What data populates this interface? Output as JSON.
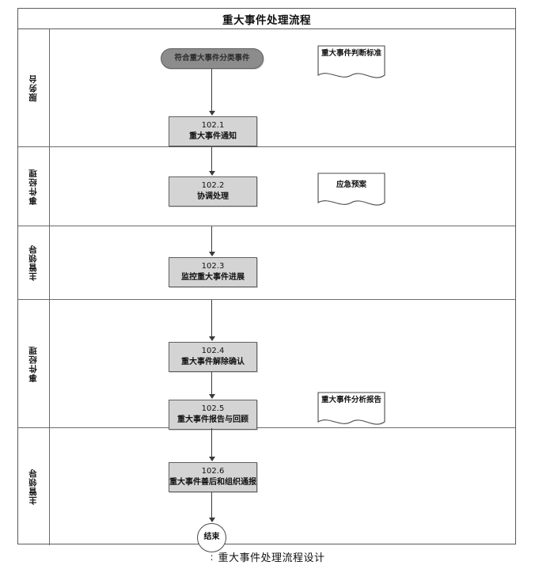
{
  "diagram": {
    "title": "重大事件处理流程",
    "caption_separator": ":",
    "caption": "重大事件处理流程设计",
    "colors": {
      "process_fill": "#d4d4d4",
      "terminator_fill": "#8c8c8c",
      "border": "#5f5f5f",
      "connector": "#3a3a3a",
      "background": "#ffffff"
    }
  },
  "lanes": [
    {
      "label": "服务台"
    },
    {
      "label": "事件经理"
    },
    {
      "label": "主管领导"
    },
    {
      "label": "事件经理"
    },
    {
      "label": "主管领导"
    }
  ],
  "nodes": {
    "start": {
      "label": "符合重大事件分类事件",
      "type": "terminator"
    },
    "n1": {
      "num": "102.1",
      "label": "重大事件通知",
      "type": "process"
    },
    "n2": {
      "num": "102.2",
      "label": "协调处理",
      "type": "process"
    },
    "n3": {
      "num": "102.3",
      "label": "监控重大事件进展",
      "type": "process"
    },
    "n4": {
      "num": "102.4",
      "label": "重大事件解除确认",
      "type": "process"
    },
    "n5": {
      "num": "102.5",
      "label": "重大事件报告与回顾",
      "type": "process"
    },
    "n6": {
      "num": "102.6",
      "label": "重大事件善后和组织通报",
      "type": "process"
    },
    "end": {
      "label": "结束",
      "type": "terminator-circle"
    }
  },
  "documents": {
    "d1": {
      "label": "重大事件判断标准"
    },
    "d2": {
      "label": "应急预案"
    },
    "d3": {
      "label": "重大事件分析报告"
    }
  }
}
